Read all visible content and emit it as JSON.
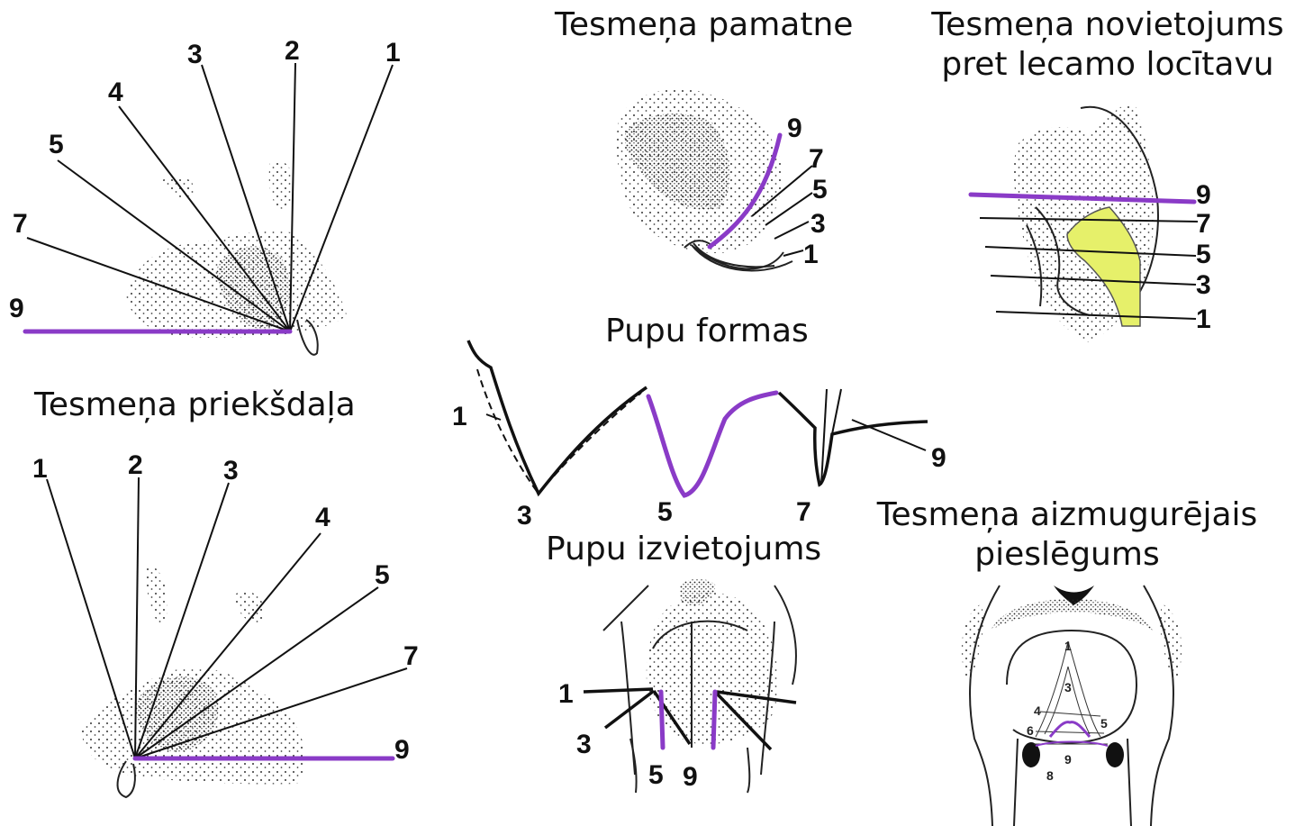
{
  "titles": {
    "base": "Tesmeņa pamatne",
    "placement_line1": "Tesmeņa novietojums",
    "placement_line2": "pret lecamo locītavu",
    "front": "Tesmeņa priekšdaļa",
    "teat_shapes": "Pupu formas",
    "teat_placement": "Pupu izvietojums",
    "rear_line1": "Tesmeņa aizmugurējais",
    "rear_line2": "pieslēgums"
  },
  "labels": {
    "fan_top": [
      "1",
      "2",
      "3",
      "4",
      "5",
      "7",
      "9"
    ],
    "fan_bottom": [
      "1",
      "2",
      "3",
      "4",
      "5",
      "7",
      "9"
    ],
    "base": [
      "9",
      "7",
      "5",
      "3",
      "1"
    ],
    "placement": [
      "9",
      "7",
      "5",
      "3",
      "1"
    ],
    "shapes": [
      "1",
      "3",
      "5",
      "7",
      "9"
    ],
    "teats": [
      "1",
      "3",
      "5",
      "9"
    ],
    "rear": [
      "1",
      "3",
      "4",
      "5",
      "6",
      "9",
      "8"
    ]
  },
  "colors": {
    "highlight": "#8a3bc7",
    "hock_fill": "#e6f06a"
  }
}
